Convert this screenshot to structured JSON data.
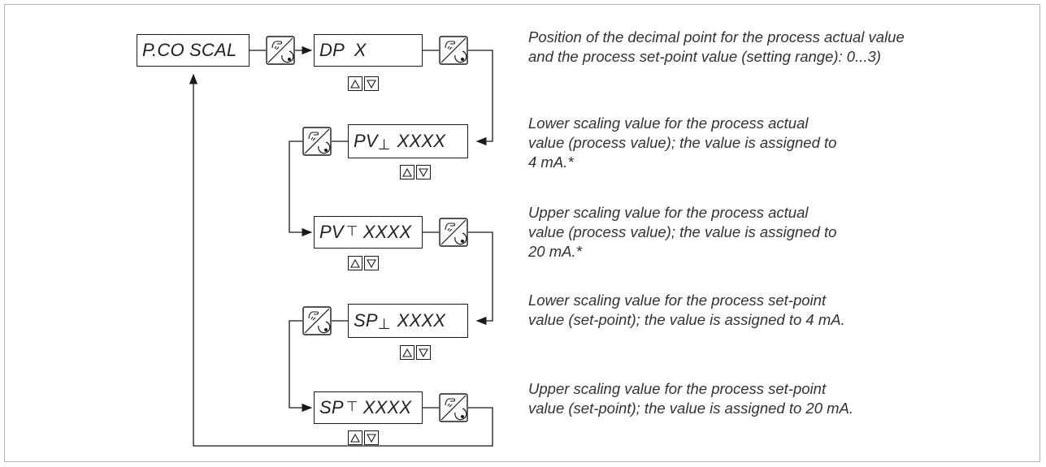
{
  "menu": {
    "root_label": "P.CO SCAL",
    "dp_label": "DP  X",
    "pvl": {
      "prefix": "PV",
      "symbol": "⊥",
      "value": "XXXX"
    },
    "pvh": {
      "prefix": "PV",
      "symbol": "⊤",
      "value": "XXXX"
    },
    "spl": {
      "prefix": "SP",
      "symbol": "⊥",
      "value": "XXXX"
    },
    "sph": {
      "prefix": "SP",
      "symbol": "⊤",
      "value": "XXXX"
    }
  },
  "descriptions": {
    "dp": [
      "Position of the decimal point for the process actual value",
      "and the process set-point value (setting range): 0...3)"
    ],
    "pvl": [
      "Lower scaling value for the process actual",
      "value (process value); the value is assigned to",
      "4 mA.*"
    ],
    "pvh": [
      "Upper scaling value for the process actual",
      "value (process value); the value is assigned to",
      "20 mA.*"
    ],
    "spl": [
      "Lower scaling value for the process set-point",
      "value (set-point); the value is assigned to 4 mA."
    ],
    "sph": [
      "Upper scaling value for the process set-point",
      "value (set-point); the value is assigned to 20 mA."
    ]
  },
  "icons": {
    "enter": "hand-press-icon",
    "up": "up-triangle-icon",
    "down": "down-triangle-icon"
  }
}
